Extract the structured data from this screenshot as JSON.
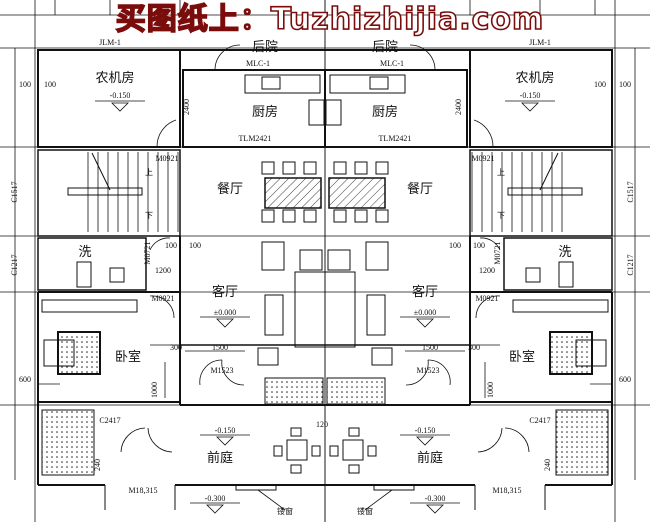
{
  "watermark": "买图纸上：Tuzhizhijia.com",
  "labels": {
    "door_jlm": "JLM-1",
    "back_yard": "后院",
    "door_mlc": "MLC-1",
    "machinery_room": "农机房",
    "elev_machinery": "-0.150",
    "dim_100a": "100",
    "dim_100b": "100",
    "dim_2400": "2400",
    "kitchen": "厨房",
    "door_tlm": "TLM2421",
    "door_m0921a": "M0921",
    "stair_up": "上",
    "stair_down": "下",
    "dining": "餐厅",
    "win_c1517": "C1517",
    "wash": "洗",
    "door_m0721": "M0721",
    "dim_100c": "100",
    "dim_100d": "100",
    "dim_1200": "1200",
    "win_c1217": "C1217",
    "door_m0921b": "M0921",
    "living": "客厅",
    "elev_living": "±0.000",
    "bedroom": "卧室",
    "dim_300": "300",
    "dim_1500": "1500",
    "door_m1523": "M1523",
    "dim_1000": "1000",
    "dim_600": "600",
    "win_c2417": "C2417",
    "elev_court": "-0.150",
    "front_court": "前庭",
    "dim_240": "240",
    "door_m18": "M18,315",
    "elev_outside": "-0.300",
    "lattice_window": "镂窗"
  },
  "center_labels": {
    "dim_120": "120"
  },
  "colors": {
    "line": "#111111",
    "watermark": "#7a0c0c"
  }
}
